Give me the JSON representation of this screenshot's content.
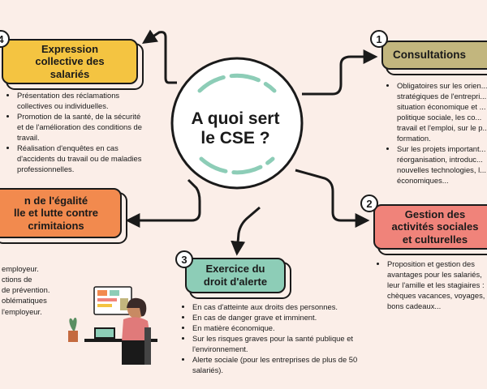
{
  "center": {
    "title_line1": "A quoi sert",
    "title_line2": "le CSE ?"
  },
  "colors": {
    "background": "#fbeee8",
    "yellow": "#f4c441",
    "olive": "#c2b67e",
    "orange": "#f28a4e",
    "salmon": "#f0837a",
    "teal": "#8dcdb7"
  },
  "nodes": {
    "expression": {
      "badge": "4",
      "title_lines": [
        "Expression",
        "collective des",
        "salariés"
      ],
      "bullets": [
        "Présentation des réclamations collectives ou individuelles.",
        "Promotion de la santé, de la sécurité et de l'amélioration des conditions de travail.",
        "Réalisation d'enquêtes en cas d'accidents du travail ou de maladies professionnelles."
      ]
    },
    "consultations": {
      "badge": "1",
      "title_lines": [
        "Consultations"
      ],
      "bullets": [
        "Obligatoires sur les orien... stratégiques de l'entrepri... situation économique et ... la politique sociale, les co... travail et l'emploi, sur le p... formation.",
        "Sur les projets important... réorganisation, introduc... nouvelles technologies, l... économiques..."
      ]
    },
    "egalite": {
      "title_lines": [
        "n de l'égalité",
        "lle et lutte contre",
        "crimitaions"
      ],
      "bullets_lines": [
        "employeur.",
        "ctions de",
        "de prévention.",
        "oblématiques",
        "l'employeur."
      ]
    },
    "gestion": {
      "badge": "2",
      "title_lines": [
        "Gestion des",
        "activités sociales",
        "et culturelles"
      ],
      "bullets": [
        "Proposition et gestion des avantages pour les salariés, leur l'amille et les stagiaires : chèques vacances, voyages, bons cadeaux..."
      ]
    },
    "alerte": {
      "badge": "3",
      "title_lines": [
        "Exercice du",
        "droit d'alerte"
      ],
      "bullets": [
        "En cas d'atteinte aux droits des personnes.",
        "En cas de danger grave et imminent.",
        "En matière économique.",
        "Sur les risques graves pour la santé publique et l'environnement.",
        "Alerte sociale (pour les entreprises de plus de 50 salariés)."
      ]
    }
  }
}
